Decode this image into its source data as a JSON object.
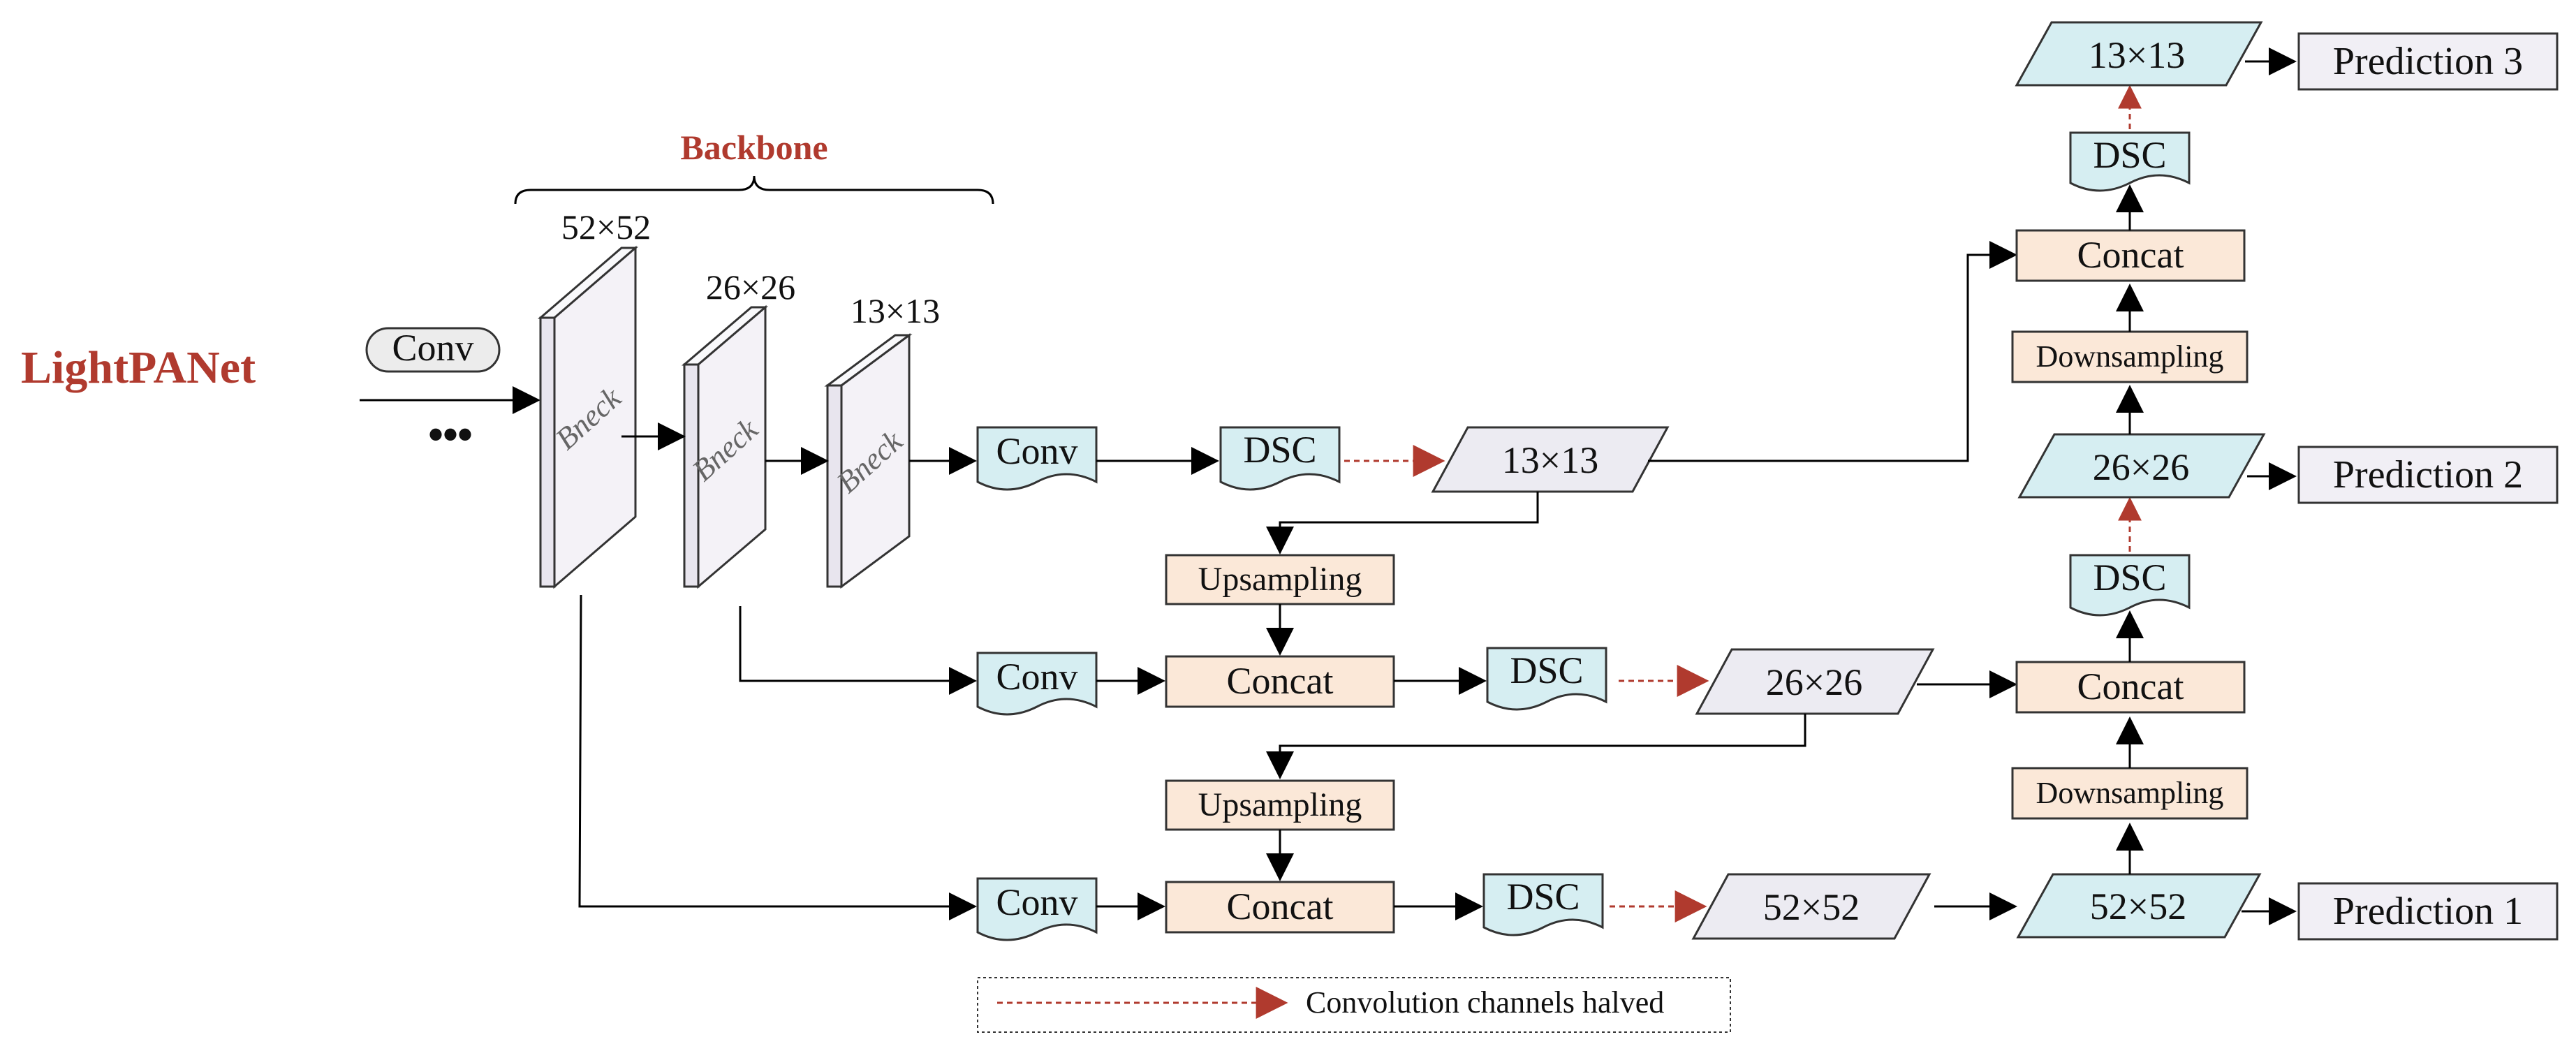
{
  "title": "LightPANet",
  "backbone_label": "Backbone",
  "input": {
    "conv_label": "Conv",
    "ellipsis": "•••"
  },
  "backbone": [
    {
      "dim": "52×52",
      "label": "Bneck"
    },
    {
      "dim": "26×26",
      "label": "Bneck"
    },
    {
      "dim": "13×13",
      "label": "Bneck"
    }
  ],
  "row1": {
    "conv": "Conv",
    "dsc": "DSC",
    "feature": "13×13",
    "upsampling": "Upsampling"
  },
  "row2": {
    "conv": "Conv",
    "concat": "Concat",
    "dsc": "DSC",
    "feature": "26×26",
    "upsampling": "Upsampling"
  },
  "row3": {
    "conv": "Conv",
    "concat": "Concat",
    "dsc": "DSC",
    "feature": "52×52"
  },
  "right": {
    "feature_52": "52×52",
    "downsampling_1": "Downsampling",
    "concat_1": "Concat",
    "dsc_1": "DSC",
    "feature_26": "26×26",
    "downsampling_2": "Downsampling",
    "concat_2": "Concat",
    "dsc_2": "DSC",
    "feature_13": "13×13"
  },
  "predictions": [
    "Prediction 1",
    "Prediction 2",
    "Prediction 3"
  ],
  "legend": "Convolution channels halved",
  "colors": {
    "accent_red": "#b03a2e",
    "conv_blue": "#d6eef2",
    "concat_peach": "#fbe8d8",
    "feature_lavender": "#ecebf2",
    "prediction_fill": "#f1eff5",
    "bneck_fill": "#f4f2f7"
  },
  "icons": [
    "wavy-doc-shape",
    "parallelogram-shape",
    "3d-slab-shape",
    "arrow-right-icon"
  ]
}
